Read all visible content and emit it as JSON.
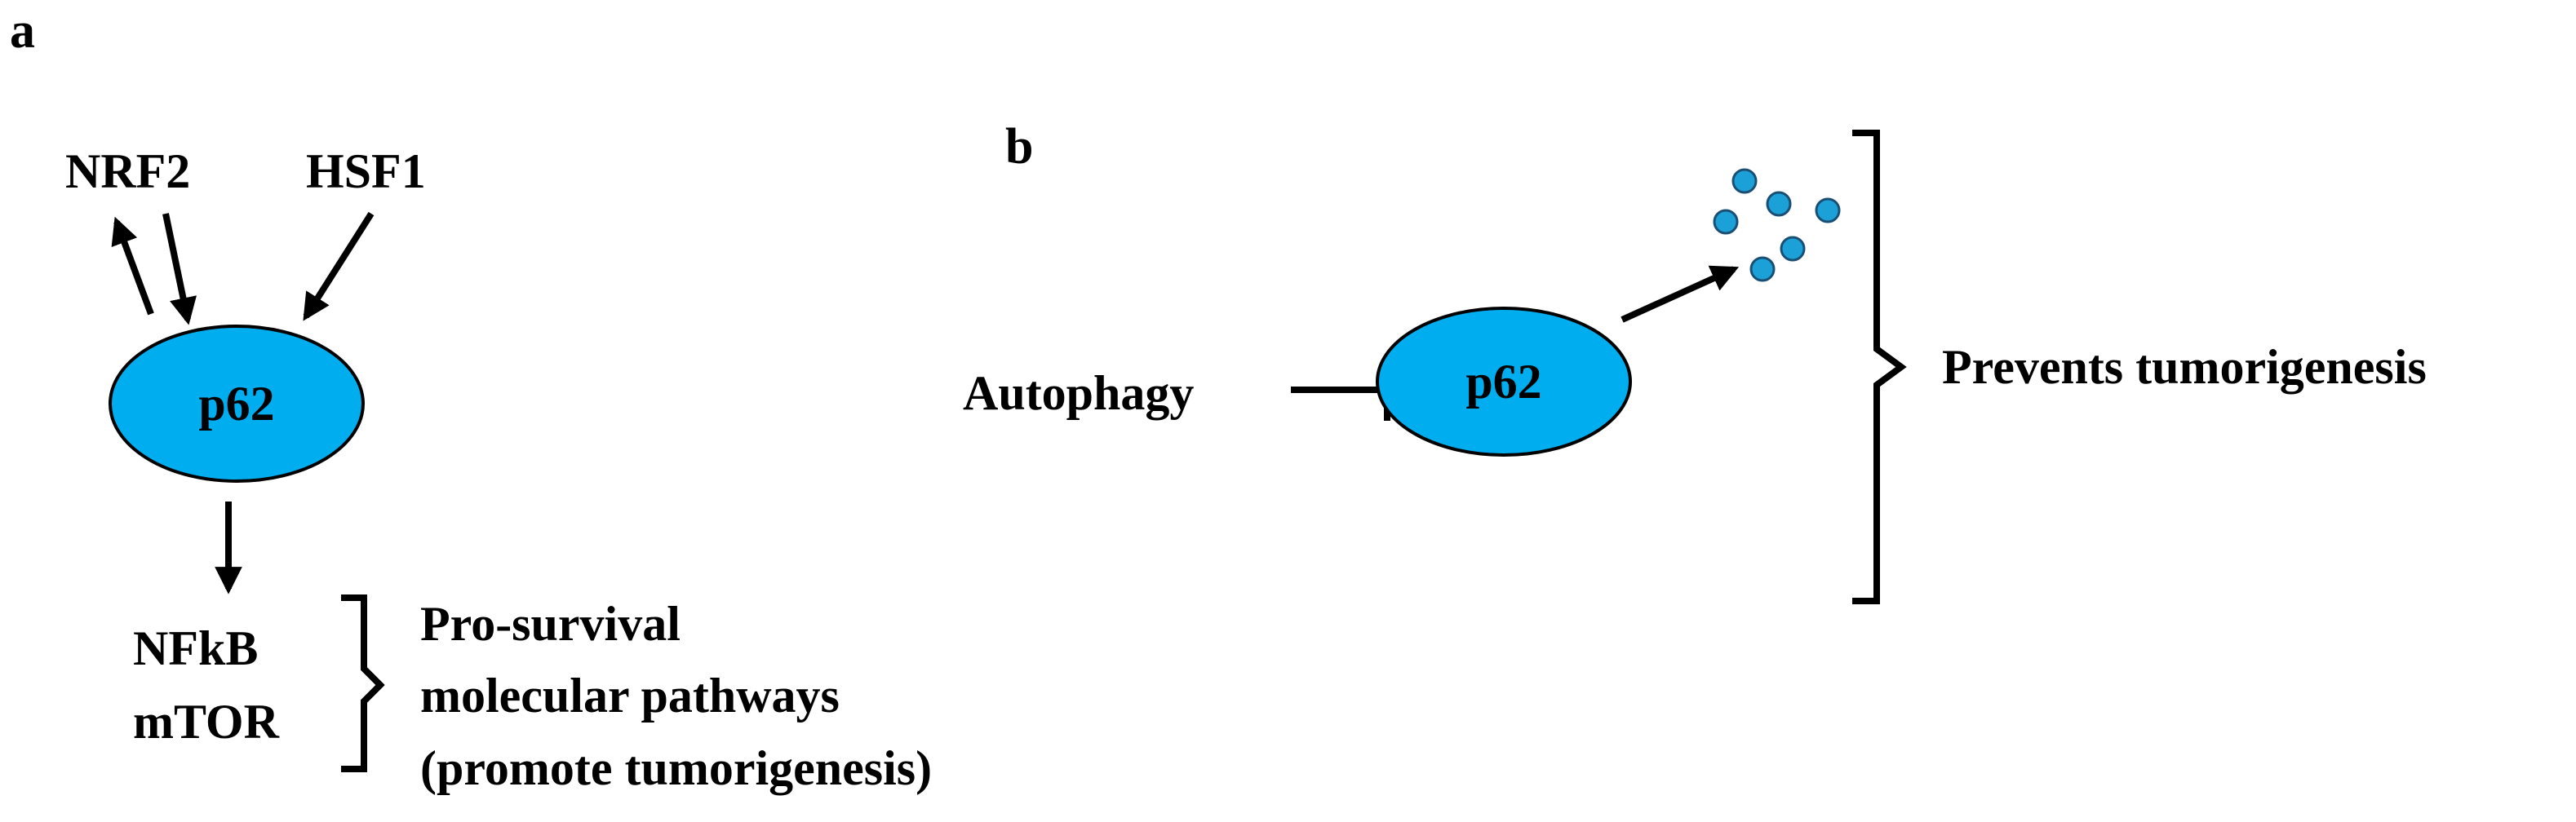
{
  "panels": {
    "a": {
      "letter": "a",
      "central": "p62",
      "upstream": [
        "NRF2",
        "HSF1"
      ],
      "downstream": [
        "NFkB",
        "mTOR"
      ],
      "description": [
        "Pro-survival",
        "molecular pathways",
        "(promote tumorigenesis)"
      ]
    },
    "b": {
      "letter": "b",
      "central": "p62",
      "inhibitor": "Autophagy",
      "outcome": "Prevents tumorigenesis"
    }
  },
  "colors": {
    "node_fill": "#00AEEF",
    "dot_fill": "#1BA1D8",
    "line": "#000000"
  }
}
